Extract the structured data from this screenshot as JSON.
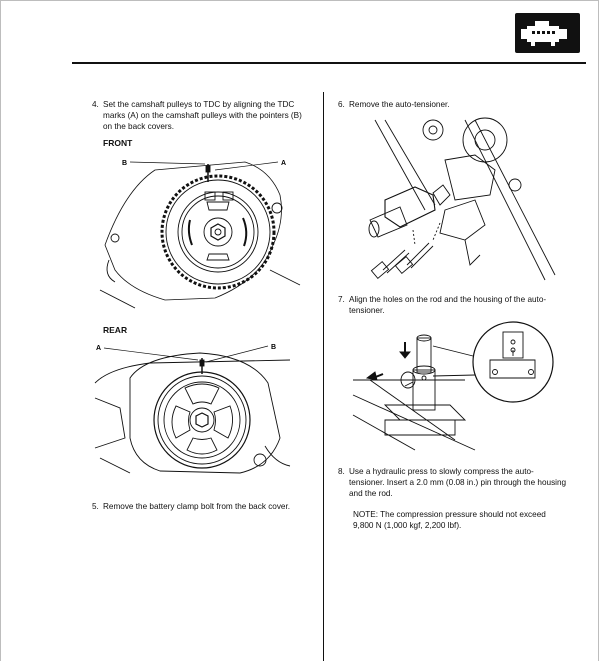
{
  "steps": {
    "s4": {
      "num": "4.",
      "text": "Set the camshaft pulleys to TDC by aligning the TDC marks (A) on the camshaft pulleys with the pointers (B) on the back covers."
    },
    "s5": {
      "num": "5.",
      "text": "Remove the battery clamp bolt from the back cover."
    },
    "s6": {
      "num": "6.",
      "text": "Remove the auto-tensioner."
    },
    "s7": {
      "num": "7.",
      "text": "Align the holes on the rod and the housing of the auto-tensioner."
    },
    "s8": {
      "num": "8.",
      "text": "Use a hydraulic press to slowly compress the auto-tensioner. Insert a 2.0 mm (0.08 in.) pin through the housing and the rod."
    }
  },
  "labels": {
    "front": "FRONT",
    "rear": "REAR"
  },
  "callouts": {
    "a": "A",
    "b": "B"
  },
  "note": "NOTE: The compression pressure should not exceed 9,800 N (1,000 kgf, 2,200 lbf).",
  "icons": {
    "section_icon": "engine-icon"
  }
}
